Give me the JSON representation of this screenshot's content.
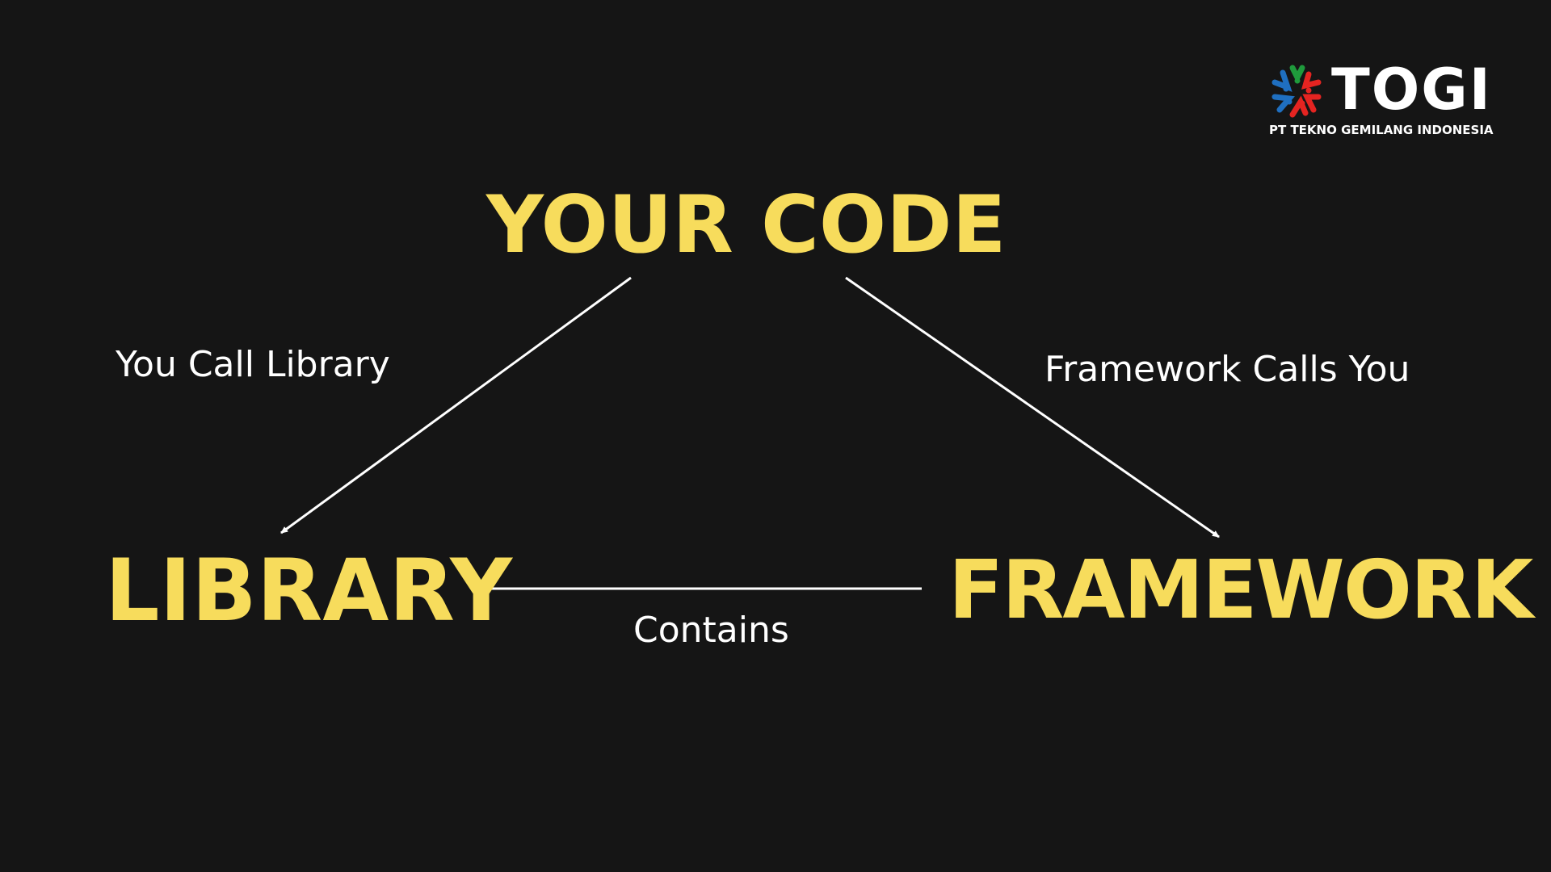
{
  "logo": {
    "name": "TOGI",
    "subtitle": "PT TEKNO GEMILANG INDONESIA"
  },
  "nodes": {
    "your_code": "YOUR CODE",
    "library": "LIBRARY",
    "framework": "FRAMEWORK"
  },
  "edges": {
    "you_call_library": "You Call Library",
    "framework_calls_you": "Framework Calls You",
    "contains": "Contains"
  },
  "colors": {
    "background": "#151515",
    "accent": "#f7dc5c",
    "text": "#ffffff"
  }
}
